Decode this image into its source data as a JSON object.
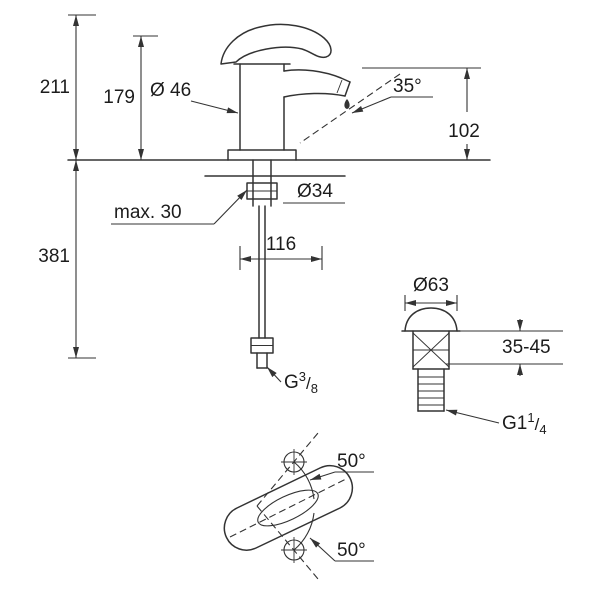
{
  "labels": {
    "overall_height": "211",
    "lever_height": "179",
    "body_diameter": "Ø 46",
    "spout_angle": "35°",
    "outlet_height": "102",
    "max_deck_thickness": "max. 30",
    "hole_diameter": "Ø34",
    "hose_length": "381",
    "projection": "116",
    "flange_diameter": "Ø63",
    "clamp_range": "35-45",
    "swivel_angle_upper": "50°",
    "swivel_angle_lower": "50°"
  },
  "threads": {
    "supply": {
      "prefix": "G",
      "numerator": "3",
      "slash": "/",
      "denominator": "8"
    },
    "waste": {
      "prefix": "G1",
      "numerator": "1",
      "slash": "/",
      "denominator": "4"
    }
  },
  "colors": {
    "line": "#333333",
    "text": "#1c1c1c",
    "background": "#ffffff"
  }
}
